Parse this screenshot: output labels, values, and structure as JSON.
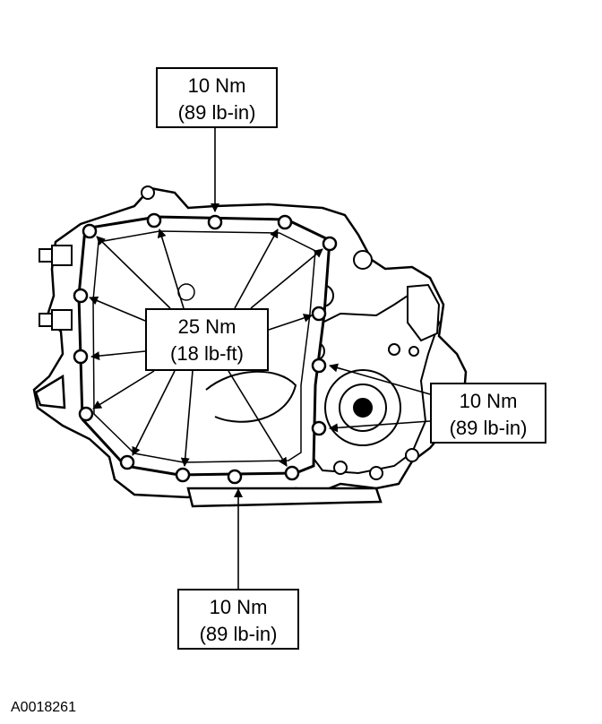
{
  "callouts": {
    "top": {
      "metric": "10 Nm",
      "imperial": "(89 lb-in)"
    },
    "center": {
      "metric": "25 Nm",
      "imperial": "(18 lb-ft)"
    },
    "right": {
      "metric": "10 Nm",
      "imperial": "(89 lb-in)"
    },
    "bottom": {
      "metric": "10 Nm",
      "imperial": "(89 lb-in)"
    }
  },
  "figure_code": "A0018261",
  "colors": {
    "line": "#000000",
    "background": "#ffffff"
  }
}
